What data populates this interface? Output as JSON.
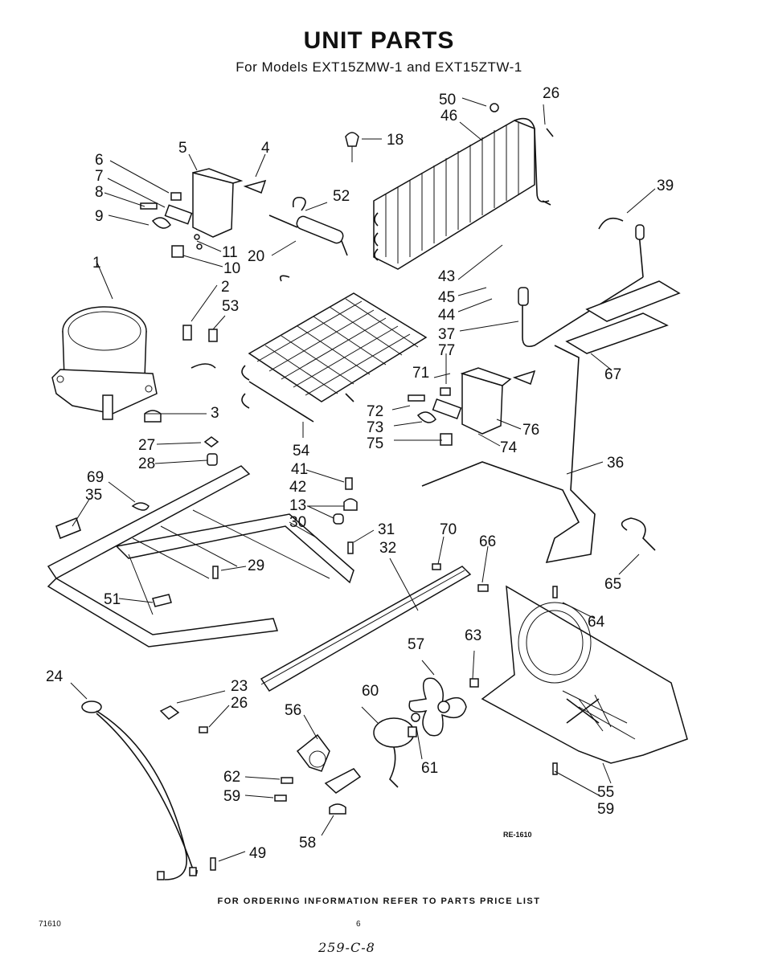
{
  "header": {
    "title": "UNIT PARTS",
    "subtitle": "For Models EXT15ZMW-1 and EXT15ZTW-1"
  },
  "footer": {
    "ordering_note": "FOR ORDERING INFORMATION REFER TO PARTS PRICE LIST",
    "document_number": "71610",
    "page_number": "6",
    "handwritten_note": "259-C-8",
    "reference_code": "RE-1610"
  },
  "callouts": [
    "50",
    "26",
    "46",
    "18",
    "5",
    "4",
    "6",
    "7",
    "8",
    "9",
    "52",
    "39",
    "11",
    "10",
    "20",
    "1",
    "2",
    "53",
    "43",
    "45",
    "44",
    "37",
    "77",
    "71",
    "67",
    "72",
    "76",
    "73",
    "74",
    "75",
    "3",
    "27",
    "28",
    "54",
    "41",
    "36",
    "69",
    "35",
    "42",
    "13",
    "30",
    "31",
    "70",
    "66",
    "32",
    "65",
    "29",
    "64",
    "51",
    "57",
    "63",
    "24",
    "60",
    "23",
    "26",
    "56",
    "61",
    "62",
    "55",
    "59",
    "59",
    "58",
    "49"
  ]
}
